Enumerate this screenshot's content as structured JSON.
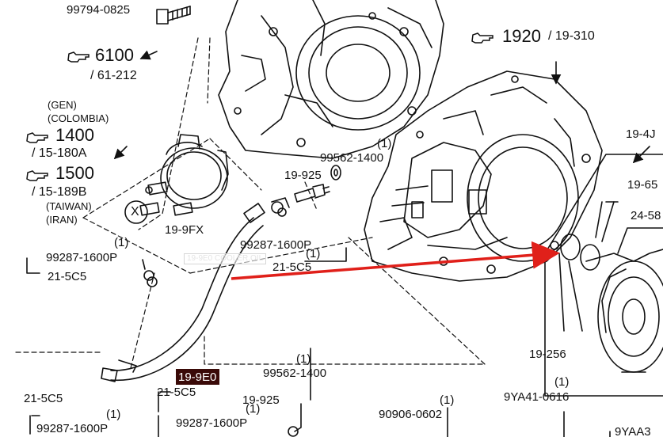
{
  "colors": {
    "ink": "#111111",
    "arrow": "#e0201a",
    "highlight_bg": "#3a0a08",
    "tooltip_text": "#e4e4e4"
  },
  "parts": {
    "bolt_top": "99794-0825",
    "ref_6100": "6100",
    "ref_61_212": "/ 61-212",
    "gen": "(GEN)",
    "colombia": "(COLOMBIA)",
    "ref_1400": "1400",
    "ref_15_180a": "/ 15-180A",
    "ref_1500": "1500",
    "ref_15_189b": "/ 15-189B",
    "taiwan": "(TAIWAN)",
    "iran": "(IRAN)",
    "x_mark": "X",
    "part_19_9fx": "19-9FX",
    "qty_left": "(1)",
    "part_99287_left": "99287-1600P",
    "part_21_5c5_left": "21-5C5",
    "part_19_9e0": "19-9E0",
    "qty_mid": "(1)",
    "part_99287_mid": "99287-1600P",
    "part_21_5c5_mid": "21-5C5",
    "part_19_925_top": "19-925",
    "qty_99562_top": "(1)",
    "part_99562_top": "99562-1400",
    "ref_1920": "1920",
    "ref_19_310": "/ 19-310",
    "part_19_4j": "19-4J",
    "part_19_65": "19-65",
    "part_24_58": "24-58",
    "part_19_256": "19-256",
    "qty_99562_bottom": "(1)",
    "part_99562_bottom": "99562-1400",
    "part_19_925_bottom": "19-925",
    "part_21_5c5_bl": "21-5C5",
    "qty_bl": "(1)",
    "part_99287_bl": "99287-1600P",
    "part_21_5c5_bm": "21-5C5",
    "qty_bm": "(1)",
    "part_99287_bm": "99287-1600P",
    "qty_90906": "(1)",
    "part_90906": "90906-0602",
    "qty_9ya41": "(1)",
    "part_9ya41": "9YA41-0616",
    "part_9yaa": "9YAA3"
  },
  "tooltip": {
    "text": "19-9E0 COOLER,OIL"
  },
  "icons": {
    "reference": "pointing-hand-icon",
    "callout": "red-arrow-icon"
  }
}
